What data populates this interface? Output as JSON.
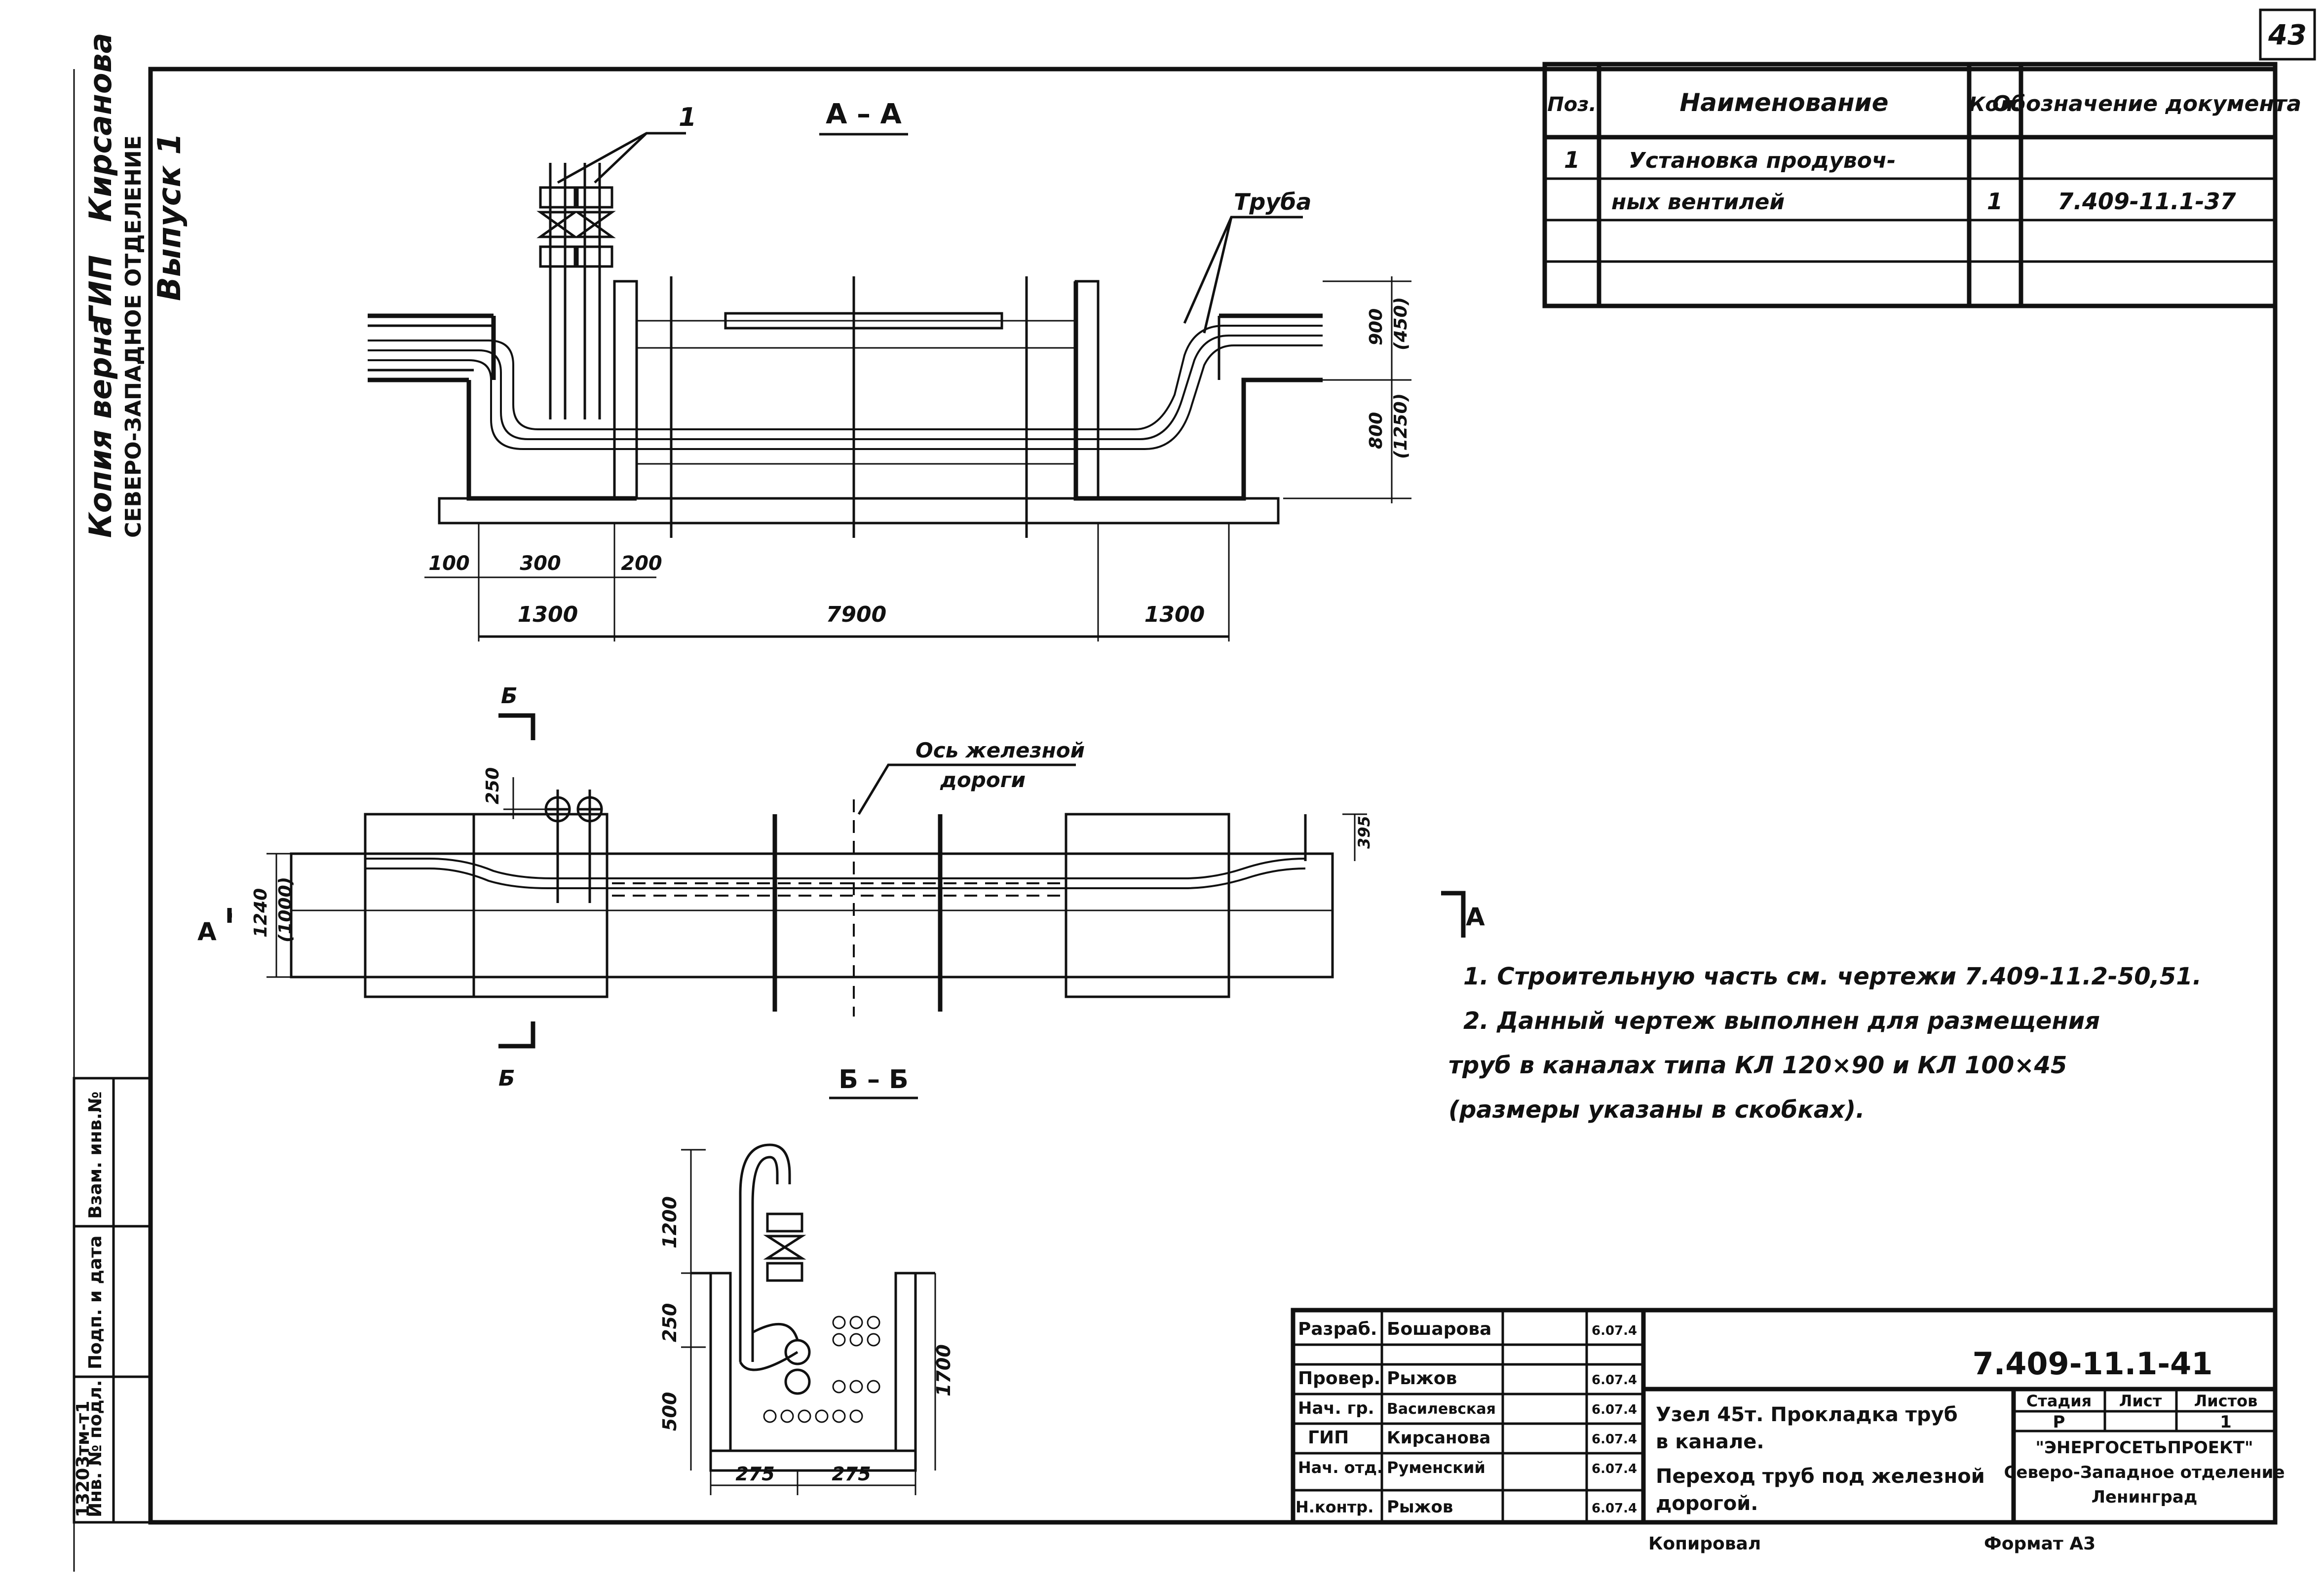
{
  "sheet": {
    "page_number": "43",
    "stamp_line1": "Копия верна",
    "stamp_line2": "ГИП",
    "stamp_line3": "Кирсанова",
    "stamp_line4": "СЕВЕРО-ЗАПАДНОЕ ОТДЕЛЕНИЕ",
    "issue": "Выпуск 1",
    "copied_by": "Копировал",
    "format": "Формат А3"
  },
  "left_strip": {
    "labels": [
      "Взам. инв.№",
      "Подп. и дата",
      "Инв. № подл."
    ],
    "inv_no": "13203тм-т1"
  },
  "spec_table": {
    "headers": [
      "Поз.",
      "Наименование",
      "Кол.",
      "Обозначение документа"
    ],
    "rows": [
      [
        "1",
        "Установка продувоч-",
        "",
        ""
      ],
      [
        "",
        "ных вентилей",
        "1",
        "7.409-11.1-37"
      ],
      [
        "",
        "",
        "",
        ""
      ],
      [
        "",
        "",
        "",
        ""
      ]
    ]
  },
  "views": {
    "section_aa": {
      "title": "А – А",
      "leader_1": "1",
      "leader_pipe": "Труба",
      "dims_bottom_top": [
        "100",
        "300",
        "200"
      ],
      "dims_bottom": [
        "1300",
        "7900",
        "1300"
      ],
      "dims_right": [
        "900",
        "(450)",
        "800",
        "(1250)"
      ]
    },
    "plan": {
      "cut_left": "А",
      "cut_right": "А",
      "cut_top": "Б",
      "cut_bottom": "Б",
      "axis_label_1": "Ось железной",
      "axis_label_2": "дороги",
      "dim_250": "250",
      "dim_left": [
        "1240",
        "(1000)"
      ],
      "dim_right": "395"
    },
    "section_bb": {
      "title": "Б – Б",
      "dims_left": [
        "1200",
        "250",
        "500"
      ],
      "dim_right": "1700",
      "dims_bottom": [
        "275",
        "275"
      ]
    }
  },
  "notes": [
    "1. Строительную часть см. чертежи 7.409-11.2-50,51.",
    "2. Данный чертеж выполнен для размещения",
    "труб в каналах типа КЛ 120×90 и КЛ 100×45",
    "(размеры указаны в скобках)."
  ],
  "title_block": {
    "roles": [
      {
        "role": "Разраб.",
        "name": "Бошарова",
        "date": "6.07.4"
      },
      {
        "role": "Провер.",
        "name": "Рыжов",
        "date": "6.07.4"
      },
      {
        "role": "Нач. гр.",
        "name": "Василевская",
        "date": "6.07.4"
      },
      {
        "role": "ГИП",
        "name": "Кирсанова",
        "date": "6.07.4"
      },
      {
        "role": "Нач. отд.",
        "name": "Руменский",
        "date": "6.07.4"
      },
      {
        "role": "Н.контр.",
        "name": "Рыжов",
        "date": "6.07.4"
      }
    ],
    "designation": "7.409-11.1-41",
    "title_lines": [
      "Узел 45т. Прокладка труб",
      "в канале.",
      "Переход труб под железной",
      "дорогой."
    ],
    "stage_header": "Стадия",
    "sheet_header": "Лист",
    "sheets_header": "Листов",
    "stage": "Р",
    "sheet_no": "",
    "sheets_total": "1",
    "org_line1": "\"ЭНЕРГОСЕТЬПРОЕКТ\"",
    "org_line2": "Северо-Западное отделение",
    "org_line3": "Ленинград"
  }
}
